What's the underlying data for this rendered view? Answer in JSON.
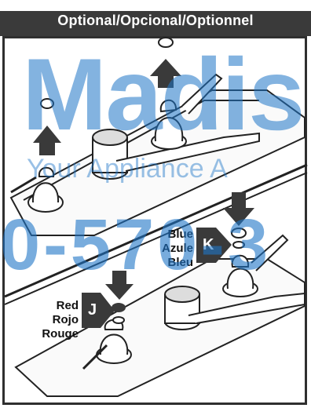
{
  "header": {
    "title": "Optional/Opcional/Optionnel"
  },
  "blue_callout": {
    "letter": "K",
    "lines": [
      "Blue",
      "Azule",
      "Bleu"
    ]
  },
  "red_callout": {
    "letter": "J",
    "lines": [
      "Red",
      "Rojo",
      "Rouge"
    ]
  },
  "watermark": {
    "brand": "Madis",
    "tagline": "Your Appliance A",
    "phone": "0-570-3",
    "accent": "#1f76c8"
  },
  "colors": {
    "header_bg": "#3a3a3a",
    "frame": "#2f2f2f"
  }
}
